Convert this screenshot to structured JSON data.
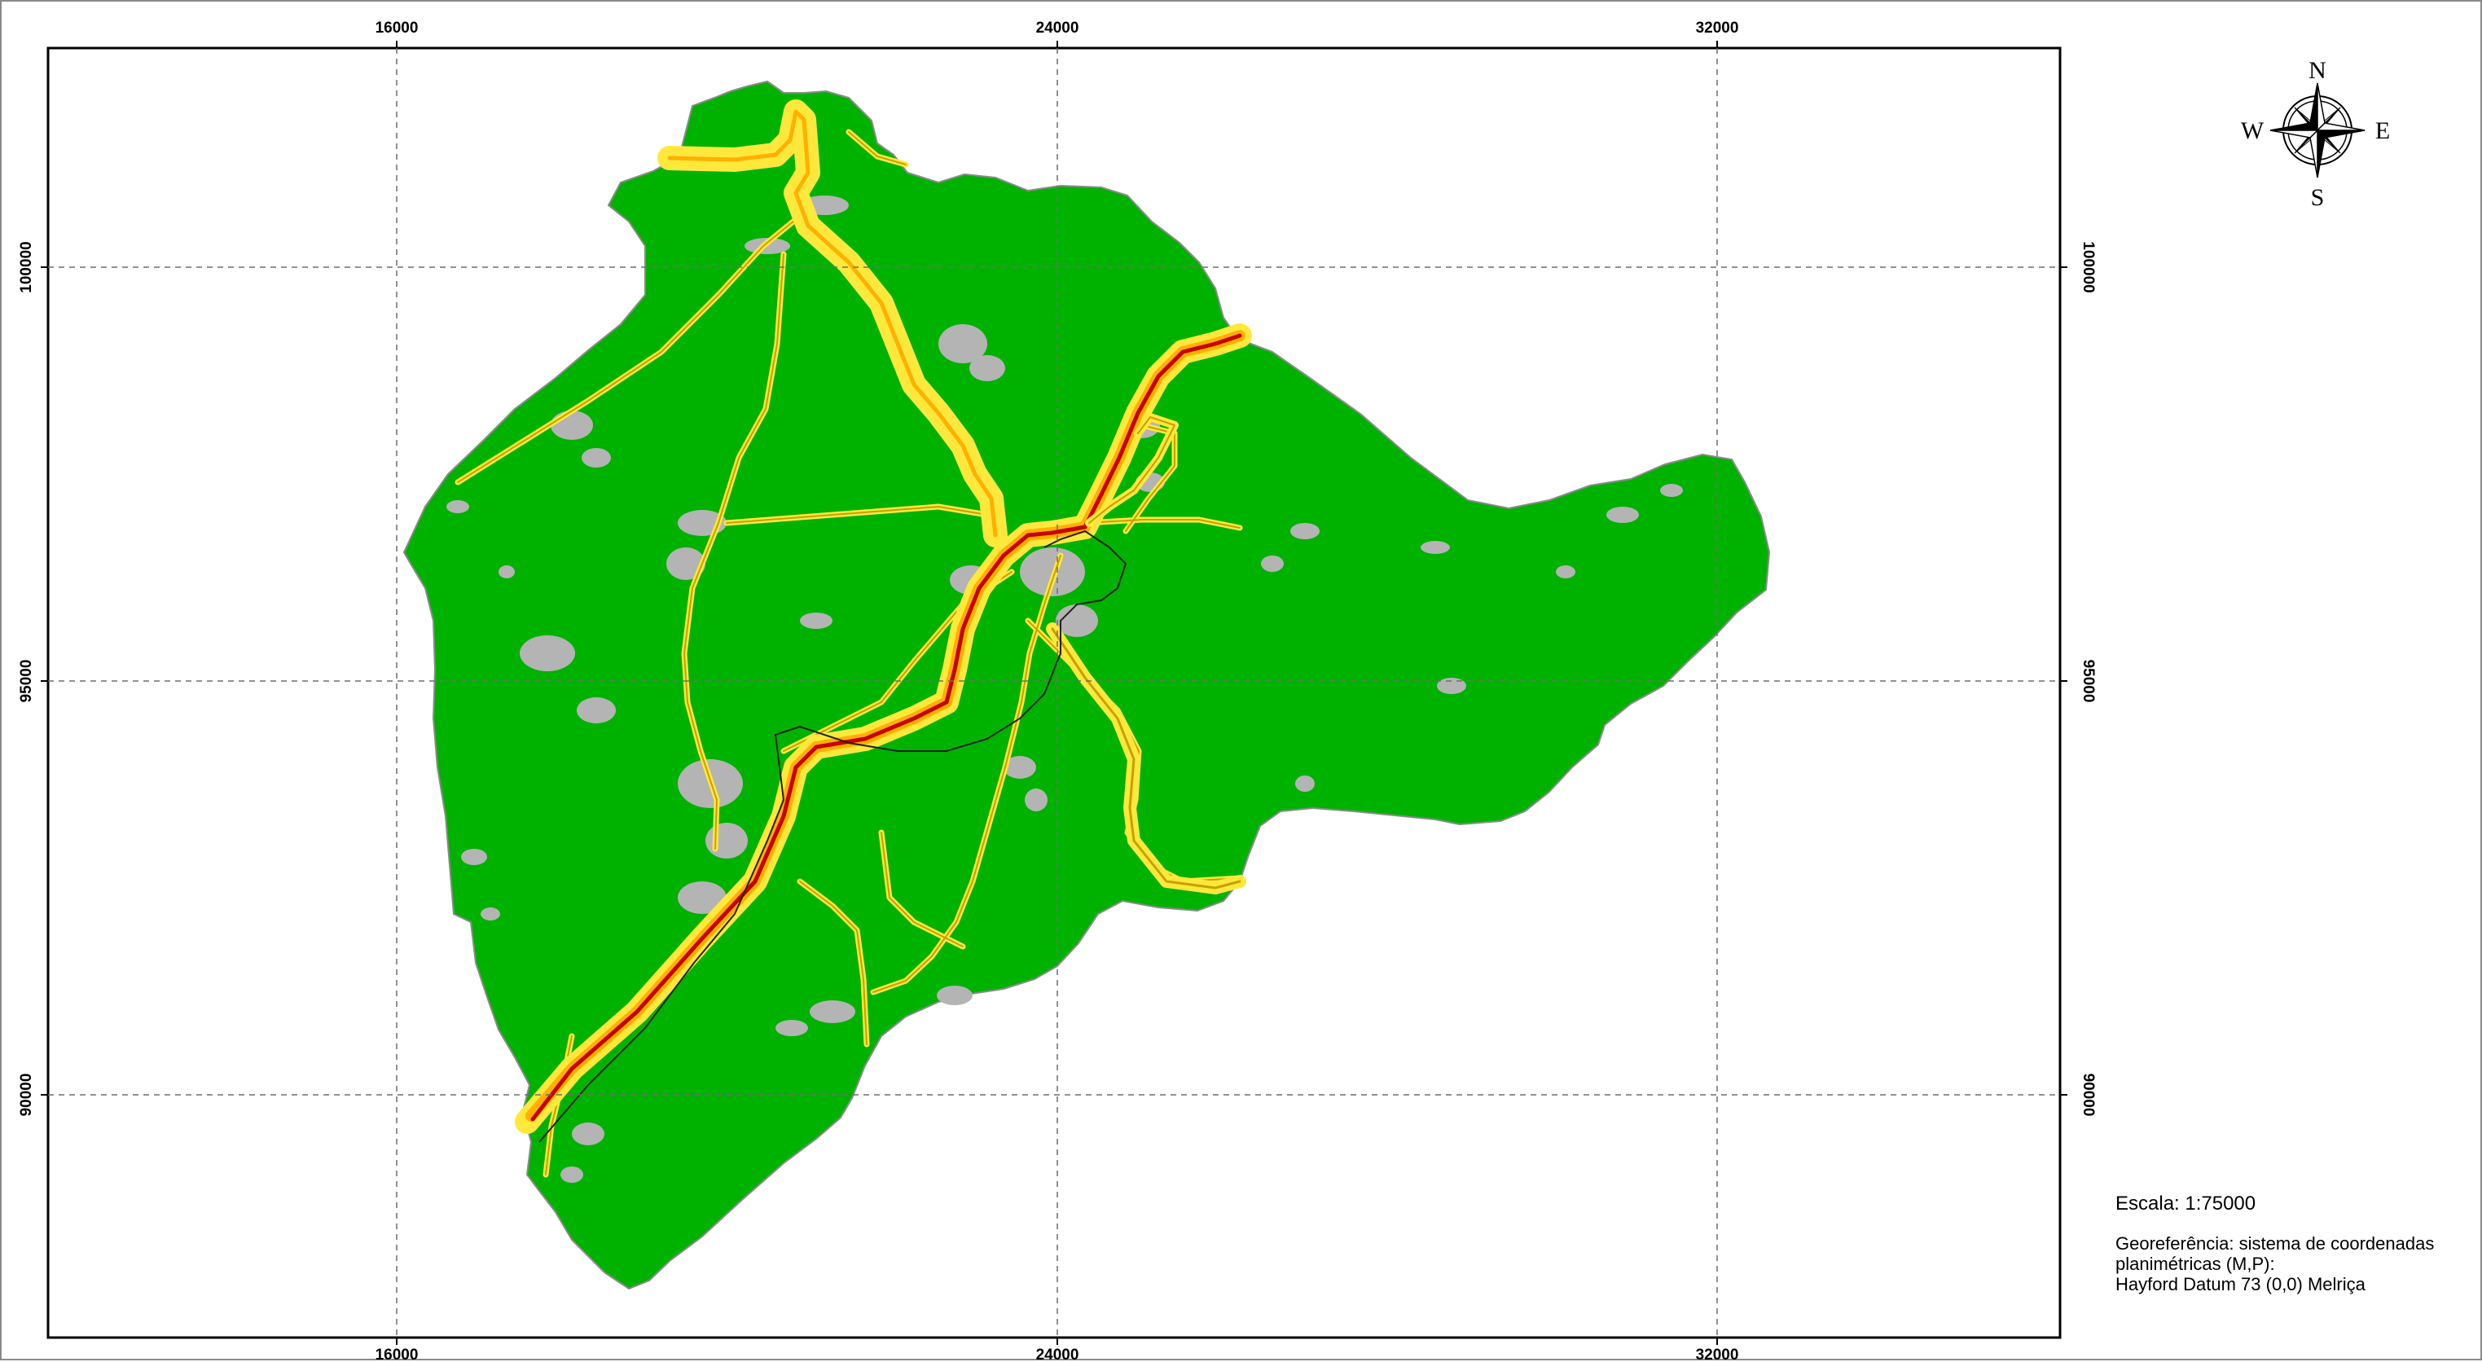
{
  "map": {
    "x_ticks": [
      "16000",
      "24000",
      "32000"
    ],
    "y_ticks": [
      "100000",
      "95000",
      "90000"
    ],
    "colors": {
      "land": "#00b200",
      "urban": "#b4b4b4",
      "buffer_outer": "#ffe83c",
      "buffer_inner": "#ffb000",
      "road_core": "#c80000",
      "road_minor": "#c8a000",
      "rail": "#222222",
      "grid": "#6e6e6e"
    }
  },
  "compass": {
    "n": "N",
    "s": "S",
    "e": "E",
    "w": "W"
  },
  "info": {
    "scale": "Escala: 1:75000",
    "georef": [
      "Georeferência: sistema de coordenadas",
      "planimétricas (M,P):",
      "Hayford Datum 73 (0,0) Melriça"
    ]
  }
}
